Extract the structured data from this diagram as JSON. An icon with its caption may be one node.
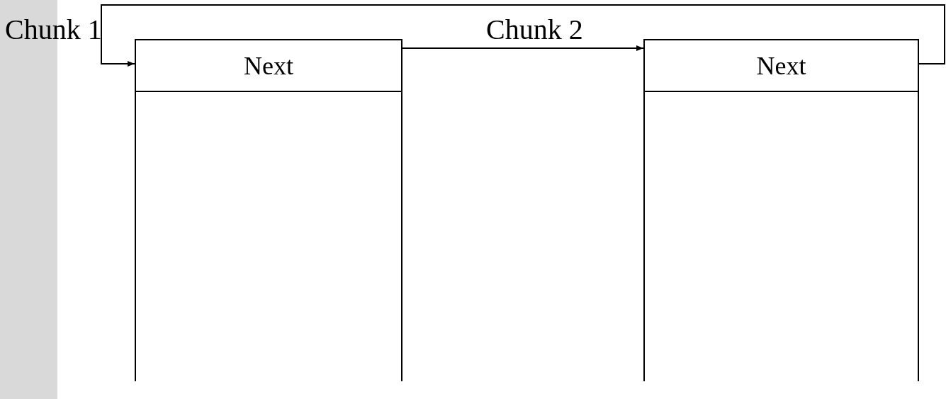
{
  "diagram": {
    "nodes": [
      {
        "text": [
          "Next"
        ]
      },
      {
        "text": [],
        "shape": "box"
      },
      {
        "text": [
          "Next"
        ]
      },
      {
        "text": [],
        "shape": "box"
      },
      {
        "text": [],
        "shape": "bar"
      }
    ],
    "edges": [
      {
        "from": 0,
        "to": 2,
        "arrow": "to"
      },
      {
        "from": 2,
        "to": 0,
        "arrow": "to"
      }
    ],
    "labels": [
      "Chunk 1",
      "Chunk 2"
    ]
  }
}
